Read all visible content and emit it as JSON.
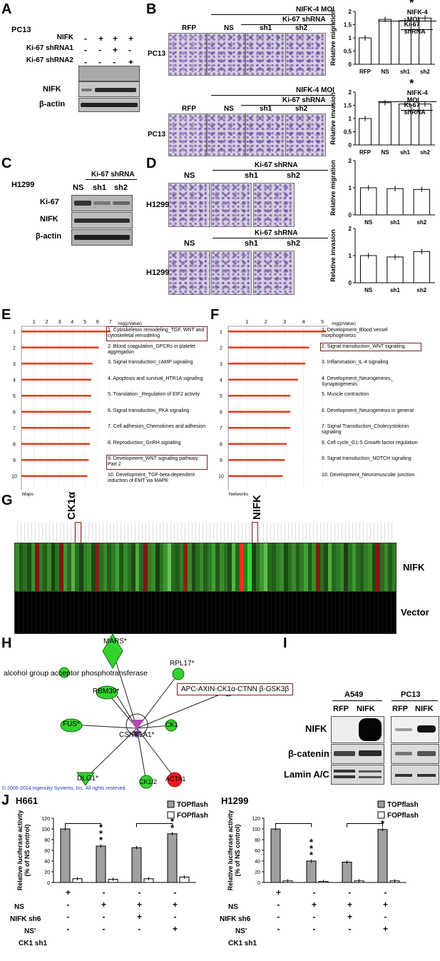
{
  "A": {
    "label": "A",
    "cell": "PC13",
    "rows": [
      "NIFK",
      "Ki-67 shRNA1",
      "Ki-67 shRNA2"
    ],
    "signs": [
      [
        "-",
        "+",
        "+",
        "+"
      ],
      [
        "-",
        "-",
        "+",
        "-"
      ],
      [
        "-",
        "-",
        "-",
        "+"
      ]
    ],
    "blots": [
      "NIFK",
      "β-actin"
    ]
  },
  "B": {
    "label": "B",
    "moi": "NIFK-4 MOI",
    "shrna": "Ki-67 shRNA",
    "cols": [
      "RFP",
      "NS",
      "sh1",
      "sh2"
    ],
    "cell": "PC13",
    "star": "*"
  },
  "C": {
    "label": "C",
    "cell": "H1299",
    "shrna": "Ki-67 shRNA",
    "cols": [
      "NS",
      "sh1",
      "sh2"
    ],
    "blots": [
      "Ki-67",
      "NIFK",
      "β-actin"
    ]
  },
  "D": {
    "label": "D",
    "shrna": "Ki-67 shRNA",
    "cols": [
      "NS",
      "sh1",
      "sh2"
    ],
    "cell": "H1299"
  },
  "E": {
    "label": "E",
    "axis_title": "-log(pValue)",
    "ticks": [
      "1",
      "2",
      "3",
      "4",
      "5",
      "6",
      "7"
    ],
    "corner": "Maps",
    "row_nums": [
      "1",
      "2",
      "3",
      "4",
      "5",
      "6",
      "7",
      "8",
      "9",
      "10"
    ],
    "bars": [
      7.0,
      6.1,
      5.6,
      5.5,
      5.5,
      5.5,
      5.4,
      5.4,
      5.3,
      5.2
    ],
    "items": [
      "1. Cytoskeleton remodeling_TGF, WNT and cytoskeletal remodeling",
      "2. Blood coagulation_GPCRs in platelet aggregation",
      "3. Signal transduction_cAMP signaling",
      "4. Apoptosis and survival_HTR1A signaling",
      "5. Translation _Regulation of EIF2 activity",
      "6. Signal transduction_PKA signaling",
      "7. Cell adhesion_Chemokines and adhesion",
      "8. Reproduction_GnRH signaling",
      "9. Development_WNT signaling pathway. Part 2",
      "10. Development_TGF-beta-dependent induction of EMT via MAPK"
    ]
  },
  "F": {
    "label": "F",
    "axis_title": "-log(pValue)",
    "ticks": [
      "1",
      "2",
      "3",
      "4",
      "5"
    ],
    "corner": "Networks",
    "row_nums": [
      "1",
      "2",
      "3",
      "4",
      "5",
      "6",
      "7",
      "8",
      "9",
      "10"
    ],
    "bars": [
      5.2,
      4.3,
      4.1,
      3.7,
      3.3,
      3.3,
      3.3,
      3.1,
      3.0,
      2.9
    ],
    "items": [
      "1. Development_Blood vessel morphogenesis",
      "2. Signal transduction_WNT signaling",
      "3. Inflammation_IL-4 signaling",
      "4. Development_Neurogenesis_ Synaptogenesis",
      "5. Muscle contraction",
      "6. Development_Neurogenesis in general",
      "7. Signal Transduction_Cholecystokinin signaling",
      "8. Cell cycle_G1-S Growth factor regulation",
      "9. Signal transduction_NOTCH signaling",
      "10. Development_Neuromuscular junction"
    ]
  },
  "G": {
    "label": "G",
    "ck1": "CK1α",
    "nifk": "NIFK",
    "rows": [
      "NIFK",
      "Vector"
    ],
    "colors": [
      "#3a8a2a",
      "#1f5a18",
      "#2a7020",
      "#1e4d16",
      "#3a9030",
      "#7a1a10",
      "#2f7a25",
      "#225d1a",
      "#3a8a2a",
      "#1a4012",
      "#2b7322",
      "#7d1b12",
      "#3f9632",
      "#2a6a20",
      "#5bb048",
      "#207018",
      "#1a4413",
      "#2f7d26",
      "#3a8a2a",
      "#1d4a15",
      "#8a1f14",
      "#2a6e21",
      "#3a8a2a",
      "#225e1b",
      "#2f7a25",
      "#40a035",
      "#1f5a18",
      "#3a8a2a",
      "#2a7020",
      "#1e4d16",
      "#4caa3e",
      "#26661e",
      "#7a1a10",
      "#2f7a25",
      "#3a8a2a",
      "#1a4012",
      "#2b7322",
      "#3f9632",
      "#66c555",
      "#2a6a20",
      "#1f5c18",
      "#2f7d26",
      "#8b2315",
      "#3a8a2a",
      "#1d4a15",
      "#2a6e21",
      "#3a8a2a",
      "#225e1b",
      "#2f7a25",
      "#40a035",
      "#1f5a18",
      "#3a8a2a",
      "#2a7020",
      "#1e4d16",
      "#56b346",
      "#26661e",
      "#ff2a1a",
      "#2f7a25",
      "#30dd30",
      "#1a4012",
      "#2b7322",
      "#3f9632",
      "#5fc04c",
      "#2a6a20",
      "#1f5c18",
      "#2f7d26",
      "#3a8a2a",
      "#1d4a15",
      "#2a6e21",
      "#3a8a2a",
      "#225e1b",
      "#2f7a25",
      "#40a035",
      "#1f5a18",
      "#3a8a2a",
      "#801c12",
      "#2a7020",
      "#1e4d16",
      "#4caa3e",
      "#26661e",
      "#2f7a25",
      "#3a8a2a",
      "#1a4012",
      "#2b7322",
      "#3f9632",
      "#2a6a20",
      "#1f5c18",
      "#2f7d26",
      "#3a8a2a",
      "#1d4a15",
      "#7d1b12",
      "#2a6e21",
      "#3a8a2a",
      "#225e1b",
      "#2f7a25"
    ]
  },
  "H": {
    "label": "H",
    "center": "CSNK1A1*",
    "nodes": [
      "MARS*",
      "RPL17*",
      "RBM39*",
      "FUS*",
      "CK1",
      "DLG1*",
      "CK1/2",
      "ACTA1"
    ],
    "group": "alcohol group acceptor phosphotransferase",
    "complex": "APC-AXIN-CK1α-CTNN β-GSK3β",
    "copyright": "© 2000-2014 Ingenuity Systems, Inc. All rights reserved."
  },
  "I": {
    "label": "I",
    "cells": [
      "A549",
      "PC13"
    ],
    "cols": [
      "RFP",
      "NIFK"
    ],
    "blots": [
      "NIFK",
      "β-catenin",
      "Lamin A/C"
    ]
  },
  "J": {
    "label": "J",
    "y_title_1": "Relative luciferase activity",
    "y_title_2": "(% of NS control)",
    "legend": [
      "TOPflash",
      "FOPflash"
    ],
    "row_labels": [
      "NS",
      "NIFK sh6",
      "NS'",
      "CK1 sh1"
    ],
    "signs": [
      [
        "+",
        "-",
        "-",
        "-"
      ],
      [
        "-",
        "+",
        "+",
        "+"
      ],
      [
        "-",
        "-",
        "+",
        "-"
      ],
      [
        "-",
        "-",
        "-",
        "+"
      ]
    ],
    "yticks": [
      "0",
      "20",
      "40",
      "60",
      "80",
      "100",
      "120"
    ],
    "left_cell": "H661",
    "right_cell": "H1299"
  },
  "chart_data": [
    {
      "type": "bar",
      "title": "PC13",
      "ylabel": "Relative migration",
      "categories": [
        "RFP",
        "NS",
        "sh1",
        "sh2"
      ],
      "values": [
        1.0,
        1.7,
        1.65,
        1.75
      ],
      "ylim": [
        0,
        2
      ],
      "yticks": [
        "0",
        "0.5",
        "1",
        "1.5",
        "2"
      ]
    },
    {
      "type": "bar",
      "title": "PC13",
      "ylabel": "Relative invasion",
      "categories": [
        "RFP",
        "NS",
        "sh1",
        "sh2"
      ],
      "values": [
        1.0,
        1.6,
        1.55,
        1.55
      ],
      "ylim": [
        0,
        2
      ],
      "yticks": [
        "0",
        "0.5",
        "1",
        "1.5",
        "2"
      ]
    },
    {
      "type": "bar",
      "title": "H1299",
      "ylabel": "Relative migration",
      "categories": [
        "NS",
        "sh1",
        "sh2"
      ],
      "values": [
        1.0,
        0.97,
        0.94
      ],
      "ylim": [
        0,
        2
      ],
      "yticks": [
        "0",
        "1",
        "2"
      ]
    },
    {
      "type": "bar",
      "title": "H1299",
      "ylabel": "Relative invasion",
      "categories": [
        "NS",
        "sh1",
        "sh2"
      ],
      "values": [
        1.0,
        0.95,
        1.15
      ],
      "ylim": [
        0,
        2
      ],
      "yticks": [
        "0",
        "1",
        "2"
      ]
    },
    {
      "type": "bar",
      "title": "H661",
      "ylabel": "Relative luciferase activity (% of NS control)",
      "ylim": [
        0,
        120
      ],
      "series": [
        {
          "name": "TOPflash",
          "values": [
            100,
            68,
            65,
            91
          ]
        },
        {
          "name": "FOPflash",
          "values": [
            7,
            6,
            7,
            10
          ]
        }
      ]
    },
    {
      "type": "bar",
      "title": "H1299",
      "ylabel": "Relative luciferase activity (% of NS control)",
      "ylim": [
        0,
        120
      ],
      "series": [
        {
          "name": "TOPflash",
          "values": [
            100,
            40,
            38,
            99
          ]
        },
        {
          "name": "FOPflash",
          "values": [
            3,
            2,
            3,
            3
          ]
        }
      ]
    }
  ]
}
